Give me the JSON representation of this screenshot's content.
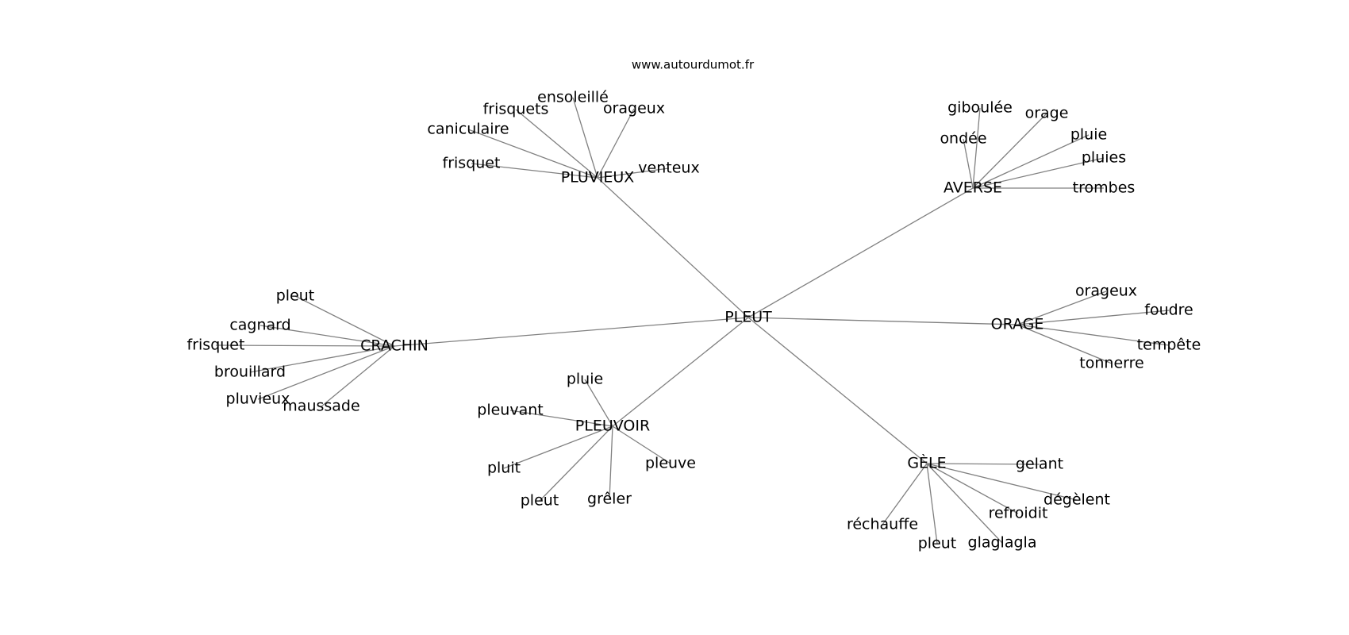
{
  "watermark": "www.autourdumot.fr",
  "graph": {
    "center": "PLEUT",
    "clusters": [
      {
        "hub": "PLUVIEUX",
        "leaves": [
          "ensoleillé",
          "frisquets",
          "orageux",
          "caniculaire",
          "frisquet",
          "venteux"
        ]
      },
      {
        "hub": "AVERSE",
        "leaves": [
          "giboulée",
          "orage",
          "ondée",
          "pluie",
          "pluies",
          "trombes"
        ]
      },
      {
        "hub": "CRACHIN",
        "leaves": [
          "pleut",
          "cagnard",
          "frisquet",
          "brouillard",
          "pluvieux",
          "maussade"
        ]
      },
      {
        "hub": "ORAGE",
        "leaves": [
          "orageux",
          "foudre",
          "tempête",
          "tonnerre"
        ]
      },
      {
        "hub": "PLEUVOIR",
        "leaves": [
          "pluie",
          "pleuvant",
          "pluit",
          "pleut",
          "grêler",
          "pleuve"
        ]
      },
      {
        "hub": "GÈLE",
        "leaves": [
          "gelant",
          "dégèlent",
          "refroidit",
          "glaglagla",
          "pleut",
          "réchauffe"
        ]
      }
    ]
  }
}
